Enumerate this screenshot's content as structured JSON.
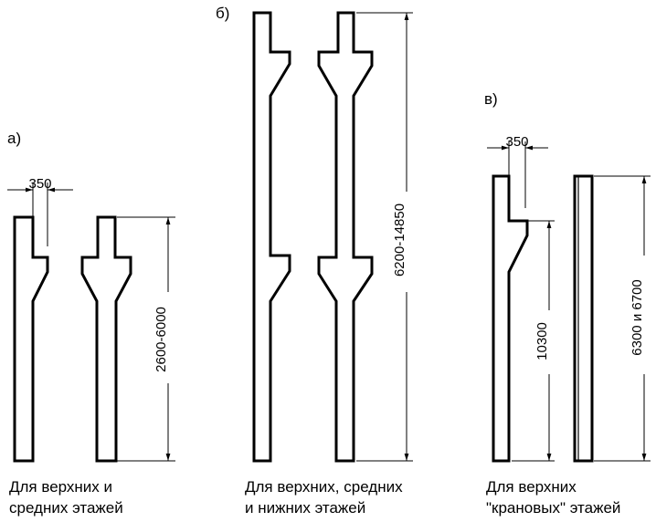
{
  "groups": [
    {
      "letter": "а)",
      "dimension": "2600-6000",
      "width_dim": "350",
      "caption": [
        "Для верхних и",
        "средних этажей"
      ]
    },
    {
      "letter": "б)",
      "dimension": "6200-14850",
      "caption": [
        "Для верхних, средних",
        "и нижних этажей"
      ]
    },
    {
      "letter": "в)",
      "width_dim": "350",
      "dimension_left": "10300",
      "dimension_right": "6300 и 6700",
      "caption": [
        "Для верхних",
        "\"крановых\" этажей"
      ]
    }
  ]
}
